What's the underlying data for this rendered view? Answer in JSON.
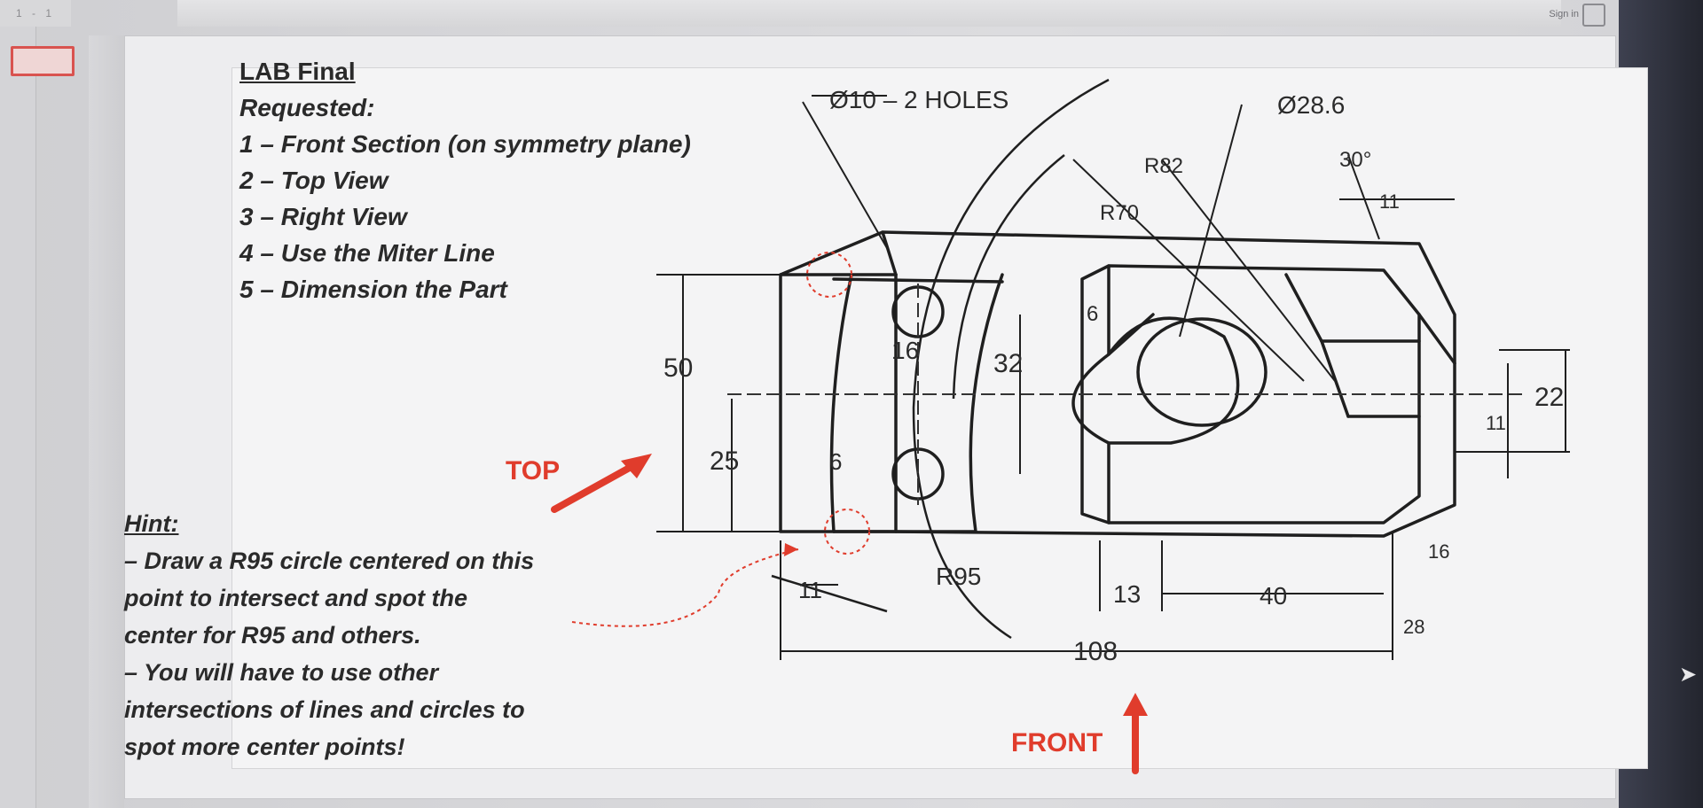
{
  "top_left": {
    "text": "1 - 1"
  },
  "sign_in": {
    "label": "Sign in"
  },
  "lab": {
    "title": "LAB Final",
    "requested": "Requested:",
    "items": [
      "1 – Front Section (on symmetry plane)",
      "2 – Top View",
      "3 – Right View",
      "4 – Use the Miter Line",
      "5 – Dimension the Part"
    ]
  },
  "hint": {
    "title": "Hint:",
    "lines": [
      "– Draw a R95 circle centered on this",
      "point to intersect and spot the",
      "center for R95 and others.",
      "– You will have to use other",
      "intersections of lines and circles to",
      "spot more center points!"
    ]
  },
  "labels": {
    "top": "TOP",
    "front": "FRONT"
  },
  "dimensions": {
    "holes": "Ø10 – 2 HOLES",
    "dia": "Ø28.6",
    "r82": "R82",
    "r70": "R70",
    "angle": "30°",
    "d11_top": "11",
    "d6a": "6",
    "d16": "16",
    "d32": "32",
    "d50": "50",
    "d25": "25",
    "d6b": "6",
    "d22": "22",
    "d11_right": "11",
    "d11_bottom": "11",
    "r95": "R95",
    "d13": "13",
    "d40": "40",
    "d16b": "16",
    "d28": "28",
    "d108": "108"
  },
  "colors": {
    "accent_red": "#e03c2c",
    "ink": "#2b2b2b"
  }
}
